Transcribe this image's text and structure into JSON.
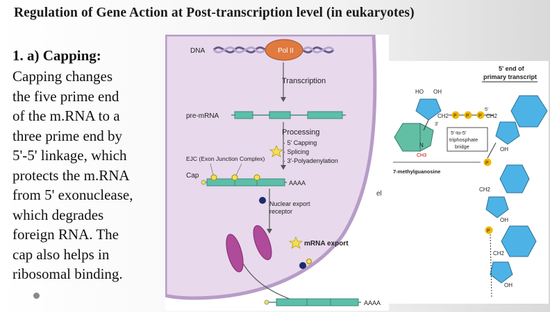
{
  "slide": {
    "title": "Regulation of Gene Action at Post-transcription level (in eukaryotes)",
    "subheading": "1. a) Capping:",
    "body_lines": [
      "Capping changes",
      "the five prime end",
      "of the m.RNA to a",
      "three prime end by",
      "5'-5' linkage, which",
      "protects the m.RNA",
      "from 5' exonuclease,",
      "which degrades",
      "foreign RNA. The",
      "cap also helps in",
      "ribosomal binding."
    ]
  },
  "figure_left": {
    "dna_label": "DNA",
    "pol_label": "Pol II",
    "transcription_label": "Transcription",
    "premrna_label": "pre-mRNA",
    "processing_label": "Processing",
    "processing_steps": [
      "· 5' Capping",
      "· Splicing",
      "· 3'-Polyadenylation"
    ],
    "ejc_label": "EJC (Exon Junction Complex)",
    "cap_label": "Cap",
    "polya_label": "AAAA",
    "nuclear_export_label_1": "Nuclear export",
    "nuclear_export_label_2": "receptor",
    "mrna_export_label": "mRNA export",
    "edge_label": "el",
    "polya_label_2": "AAAA",
    "colors": {
      "nucleus": "#e8d9ec",
      "membrane": "#b79cc7",
      "pol": "#e07a3f",
      "exon": "#5cbfa9",
      "star": "#f4e04d",
      "receptor": "#1d2b6e",
      "pore": "#b04a9a"
    }
  },
  "figure_right": {
    "header_1": "5' end of",
    "header_2": "primary transcript",
    "ho_label": "HO",
    "oh_label": "OH",
    "ch2_label": "CH2",
    "five_prime_label": "5'",
    "three_prime_label": "3'",
    "p_label": "P",
    "bridge_label_1": "5'-to-5'",
    "bridge_label_2": "triphosphate",
    "bridge_label_3": "bridge",
    "n_label": "N",
    "ch3_label": "CH3",
    "methylguanosine_label": "7-methylguanosine",
    "oh_label_2": "OH",
    "colors": {
      "methylg": "#63bfa3",
      "ribose": "#4db3e6",
      "phosphate": "#f2b705"
    }
  }
}
